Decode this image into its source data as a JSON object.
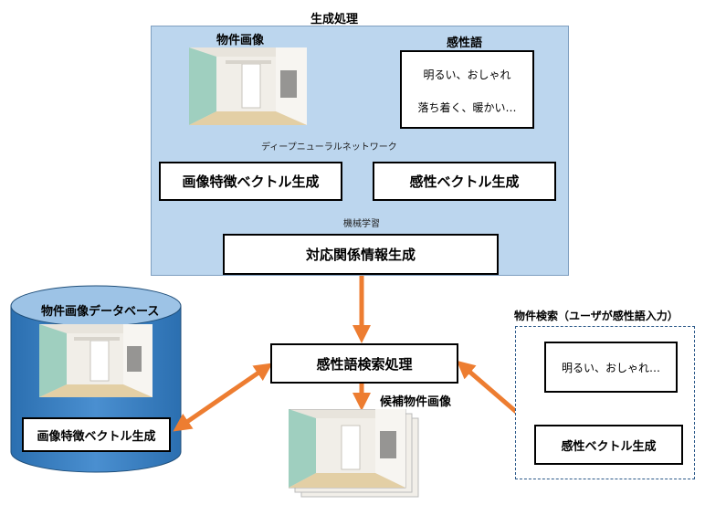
{
  "generation": {
    "title": "生成処理",
    "image_label": "物件画像",
    "kansei_label": "感性語",
    "kansei_examples": [
      "明るい、おしゃれ",
      "落ち着く、暖かい…"
    ],
    "dnn_label": "ディープニューラルネットワーク",
    "image_vector_box": "画像特徴ベクトル生成",
    "kansei_vector_box": "感性ベクトル生成",
    "ml_label": "機械学習",
    "mapping_box": "対応関係情報生成"
  },
  "database": {
    "title": "物件画像データベース",
    "vector_box": "画像特徴ベクトル生成"
  },
  "search_process": {
    "box": "感性語検索処理",
    "candidates_label": "候補物件画像"
  },
  "user_search": {
    "title": "物件検索（ユーザが感性語入力）",
    "input_example": "明るい、おしゃれ…",
    "vector_box": "感性ベクトル生成"
  },
  "colors": {
    "arrow": "#ed7d31",
    "panel_bg": "#bcd6ee",
    "cylinder": "#2e75b6",
    "search_border": "#2d5a8a"
  }
}
